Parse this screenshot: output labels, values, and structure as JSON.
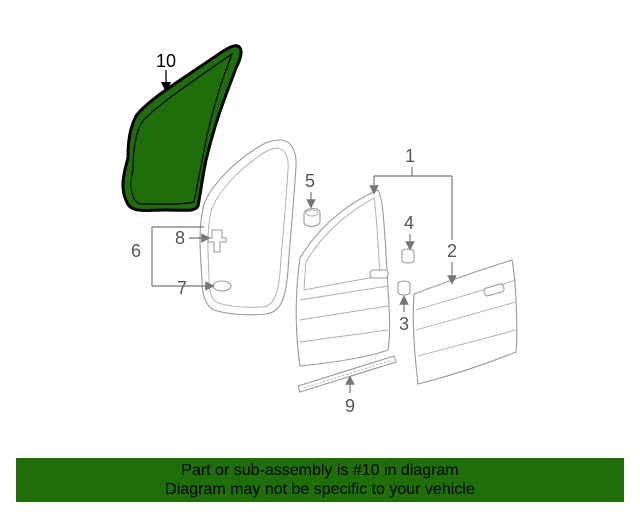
{
  "callouts": {
    "c10": "10",
    "c1": "1",
    "c2": "2",
    "c3": "3",
    "c4": "4",
    "c5": "5",
    "c6": "6",
    "c7": "7",
    "c8": "8",
    "c9": "9"
  },
  "banner": {
    "line1": "Part or sub-assembly is #10 in diagram",
    "line2": "Diagram may not be specific to your vehicle"
  },
  "colors": {
    "highlight": "#1f6f08",
    "banner_bg": "#1f6f08"
  }
}
